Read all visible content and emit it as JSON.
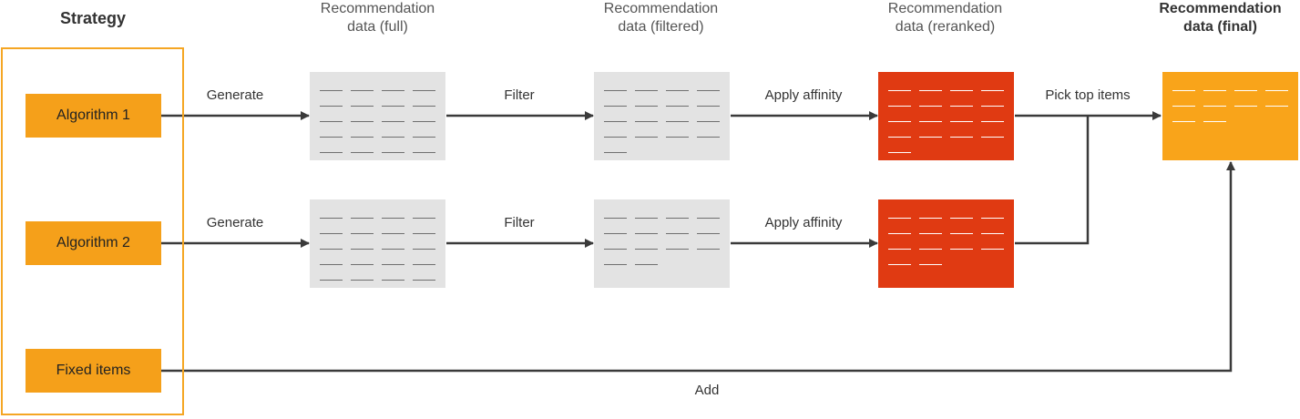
{
  "headers": {
    "strategy": "Strategy",
    "full": "Recommendation\ndata (full)",
    "filtered": "Recommendation\ndata (filtered)",
    "reranked": "Recommendation\ndata (reranked)",
    "final": "Recommendation\ndata (final)"
  },
  "strategy_items": {
    "algo1": "Algorithm 1",
    "algo2": "Algorithm 2",
    "fixed": "Fixed items"
  },
  "edges": {
    "generate1": "Generate",
    "generate2": "Generate",
    "filter1": "Filter",
    "filter2": "Filter",
    "affinity1": "Apply affinity",
    "affinity2": "Apply affinity",
    "pick": "Pick top items",
    "add": "Add"
  },
  "colors": {
    "strategy_border": "#f5a623",
    "algorithm_fill": "#f5a01a",
    "gray_block": "#e3e3e3",
    "reranked_block": "#e03a12",
    "final_block": "#f9a41a",
    "arrow": "#3a3a3a"
  }
}
